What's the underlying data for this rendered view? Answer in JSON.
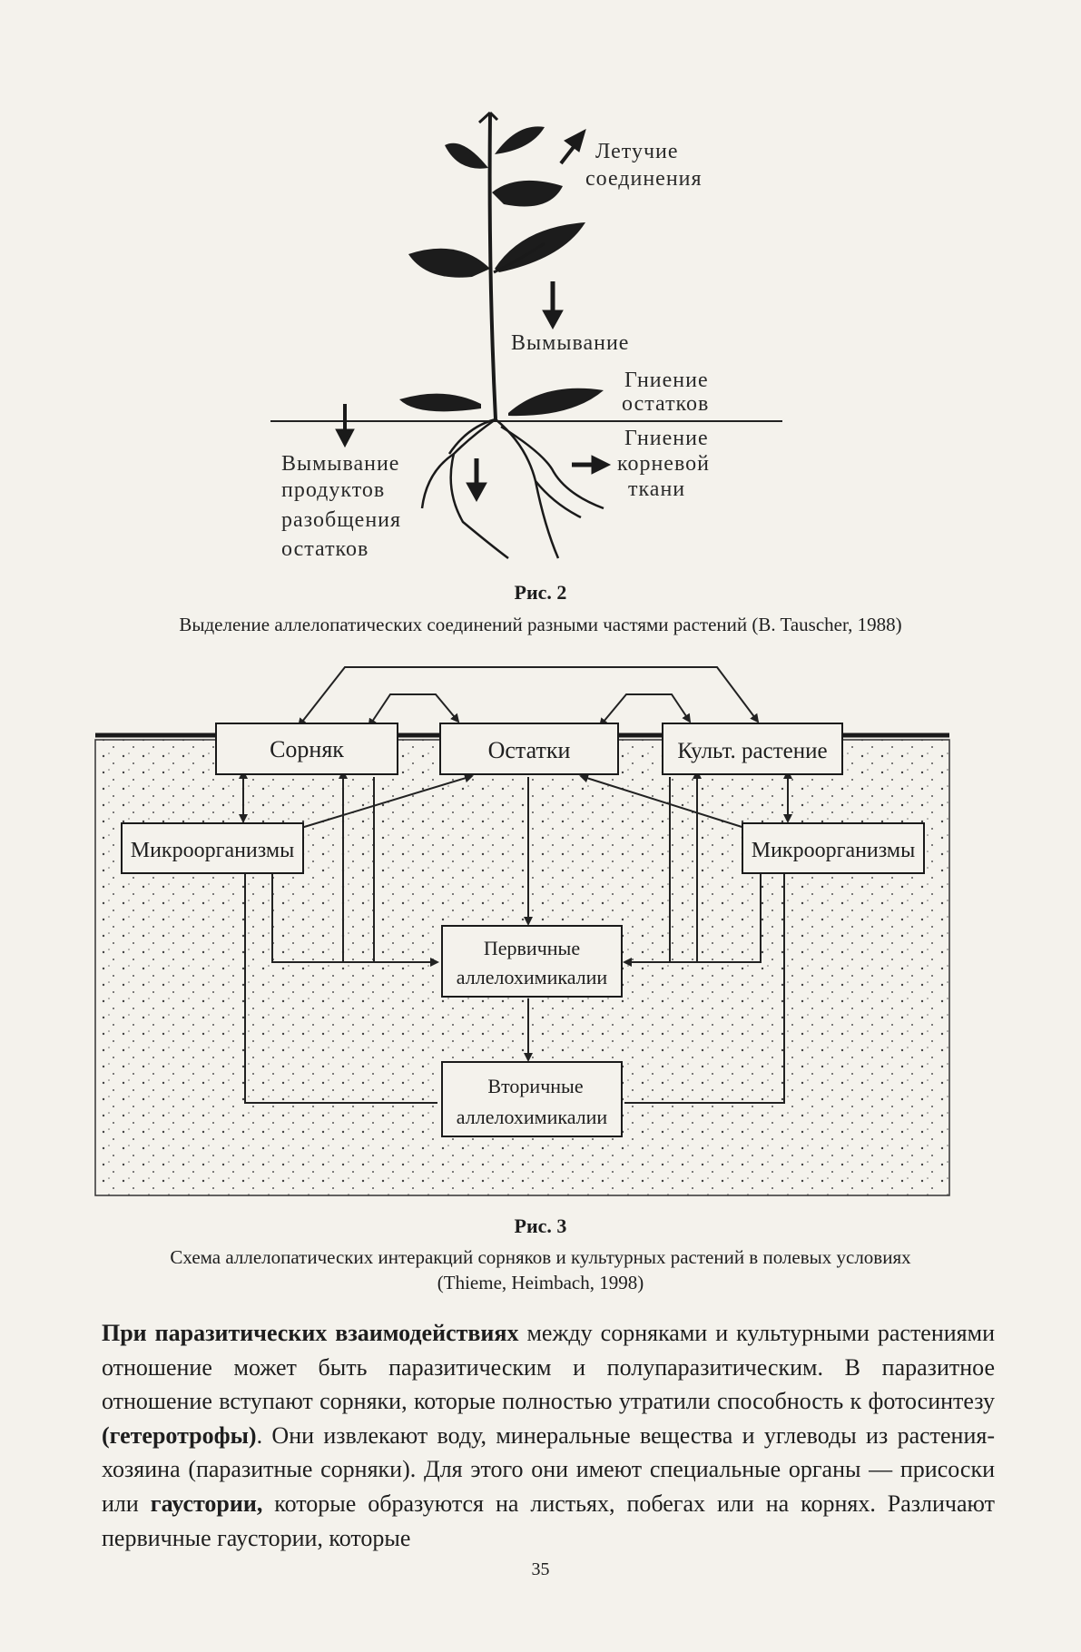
{
  "figure2": {
    "labels": {
      "volatile": [
        "Летучие",
        "соединения"
      ],
      "leaching": "Вымывание",
      "residue_decay": [
        "Гниение",
        "остатков"
      ],
      "root_decay": [
        "Гниение",
        "корневой",
        "ткани"
      ],
      "leaching_products": [
        "Вымывание",
        "продуктов",
        "разобщения",
        "остатков"
      ]
    },
    "caption_number": "Рис. 2",
    "caption_text": "Выделение аллелопатических соединений разными частями растений (B. Tauscher, 1988)"
  },
  "figure3": {
    "boxes": {
      "weed": "Сорняк",
      "residues": "Остатки",
      "crop": "Культ. растение",
      "micro_left": "Микроорганизмы",
      "micro_right": "Микроорганизмы",
      "primary": [
        "Первичные",
        "аллелохимикалии"
      ],
      "secondary": [
        "Вторичные",
        "аллелохимикалии"
      ]
    },
    "caption_number": "Рис. 3",
    "caption_line1": "Схема аллелопатических интеракций сорняков и культурных растений в полевых условиях",
    "caption_line2": "(Thieme, Heimbach, 1998)"
  },
  "body": {
    "p1_bold": "При паразитических взаимодействиях",
    "p1_a": " между сорняками и культурными растениями отношение может быть паразитическим и полупаразитическим. В паразитное отношение вступают сорняки, которые полностью утратили способность к фотосинтезу ",
    "p1_bold2": "(гетеротрофы)",
    "p1_b": ". Они извлекают воду, минеральные вещества и углеводы из растения-хозяина (паразитные сорняки). Для этого они имеют специальные органы — присоски или ",
    "p1_bold3": "гаустории,",
    "p1_c": " которые образуются на листьях, побегах или на корнях. Различают первичные гаустории, которые"
  },
  "page_number": "35"
}
